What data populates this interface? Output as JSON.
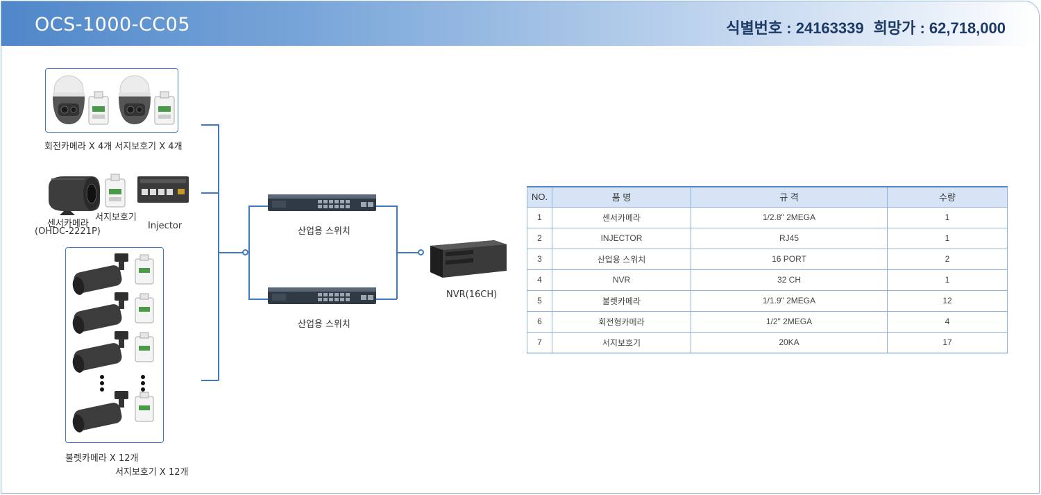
{
  "header": {
    "model": "OCS-1000-CC05",
    "id_label": "식별번호 : ",
    "id_value": "24163339",
    "price_label": "희망가 : ",
    "price_value": "62,718,000"
  },
  "diagram": {
    "ptz_group_label": "회전카메라 X 4개    서지보호기 X 4개",
    "sensor_camera_label": "센서카메라",
    "sensor_camera_model": "(OHDC-2221P)",
    "surge_label": "서지보호기",
    "injector_label": "Injector",
    "bullet_camera_label": "불렛카메라 X 12개",
    "bullet_surge_label": "서지보호기  X 12개",
    "switch1_label": "산업용 스위치",
    "switch2_label": "산업용 스위치",
    "nvr_label": "NVR(16CH)"
  },
  "spec_table": {
    "headers": [
      "NO.",
      "품 명",
      "규 격",
      "수량"
    ],
    "rows": [
      [
        "1",
        "센서카메라",
        "1/2.8\" 2MEGA",
        "1"
      ],
      [
        "2",
        "INJECTOR",
        "RJ45",
        "1"
      ],
      [
        "3",
        "산업용 스위치",
        "16 PORT",
        "2"
      ],
      [
        "4",
        "NVR",
        "32 CH",
        "1"
      ],
      [
        "5",
        "불렛카메라",
        "1/1.9\" 2MEGA",
        "12"
      ],
      [
        "6",
        "회전형카메라",
        "1/2\" 2MEGA",
        "4"
      ],
      [
        "7",
        "서지보호기",
        "20KA",
        "17"
      ]
    ]
  }
}
